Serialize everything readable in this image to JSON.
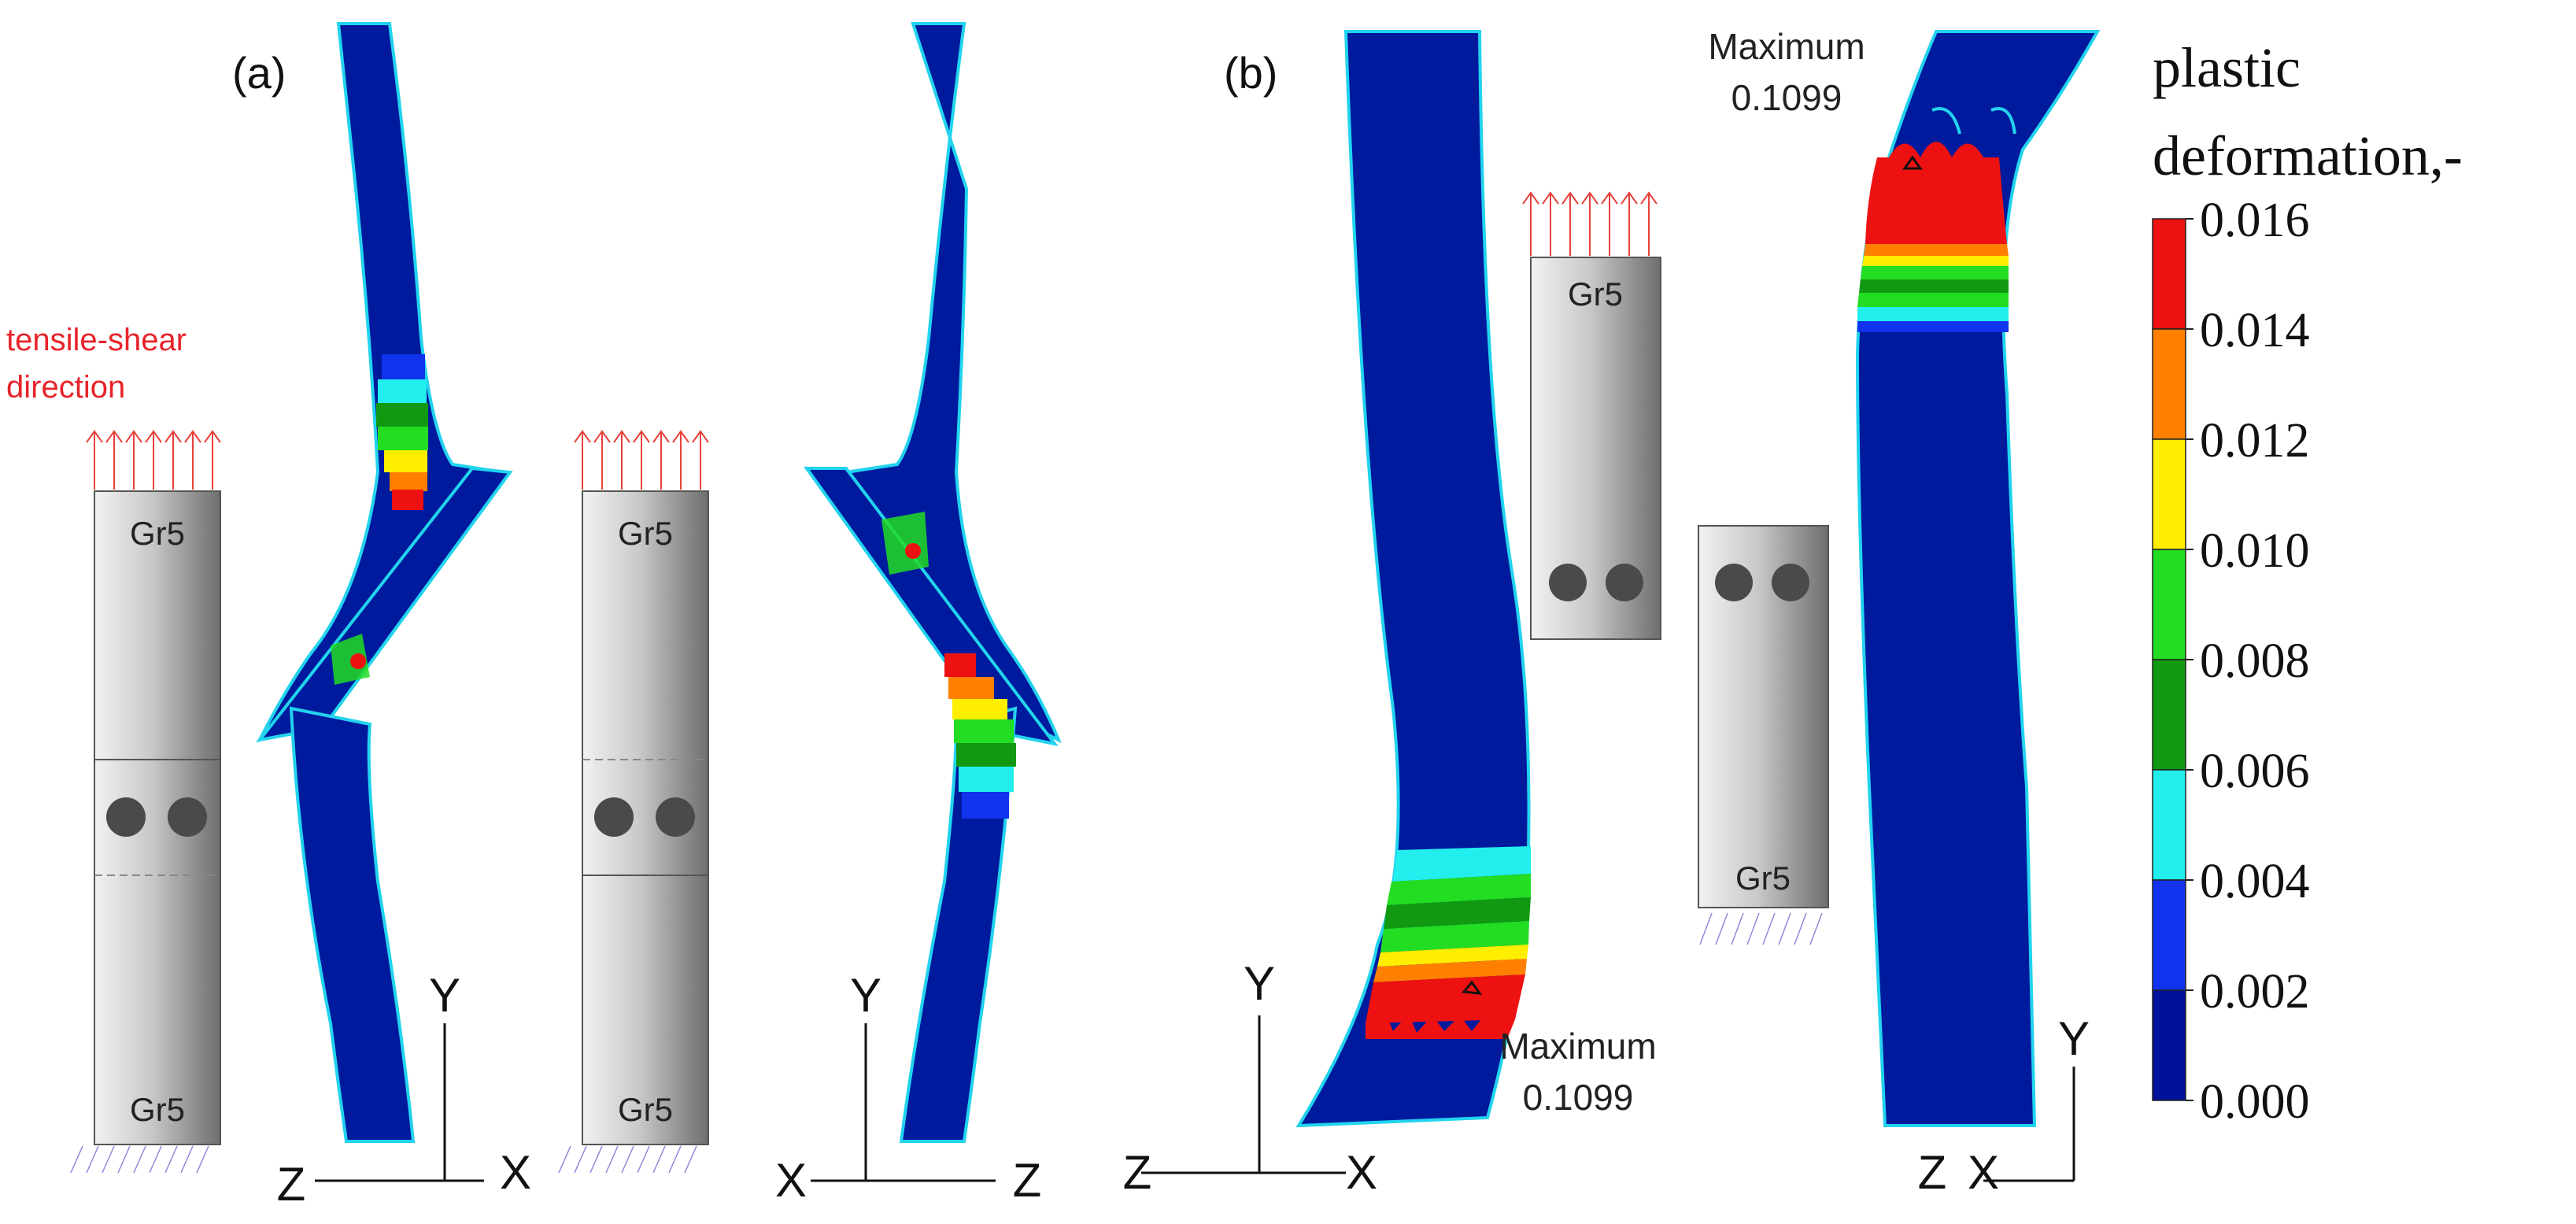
{
  "panels": {
    "a": {
      "label": "(a)",
      "load_text_line1": "tensile-shear",
      "load_text_line2": "direction",
      "specimen1": {
        "top": "Gr5",
        "bottom": "Gr5"
      },
      "specimen2": {
        "top": "Gr5",
        "bottom": "Gr5"
      },
      "axes1": {
        "up": "Y",
        "left": "Z",
        "right": "X"
      },
      "axes2": {
        "up": "Y",
        "left": "X",
        "right": "Z"
      }
    },
    "b": {
      "label": "(b)",
      "specimen_top": "Gr5",
      "specimen_bottom": "Gr5",
      "max_bottom": {
        "label": "Maximum",
        "value": "0.1099"
      },
      "max_top": {
        "label": "Maximum",
        "value": "0.1099"
      },
      "axes1": {
        "up": "Y",
        "left": "Z",
        "right": "X"
      },
      "axes2": {
        "up": "Y",
        "left": "Z",
        "right": "X"
      }
    }
  },
  "legend": {
    "title_line1": "plastic",
    "title_line2": "deformation,-",
    "ticks": [
      "0.016",
      "0.014",
      "0.012",
      "0.010",
      "0.008",
      "0.006",
      "0.004",
      "0.002",
      "0.000"
    ],
    "colors": [
      "#ee1111",
      "#ff7f00",
      "#ffee00",
      "#22dd22",
      "#119911",
      "#22eeee",
      "#1133ee",
      "#001199"
    ]
  },
  "colors": {
    "base": "#001a9e",
    "load": "#e8413a",
    "text_red": "#e8232a"
  }
}
